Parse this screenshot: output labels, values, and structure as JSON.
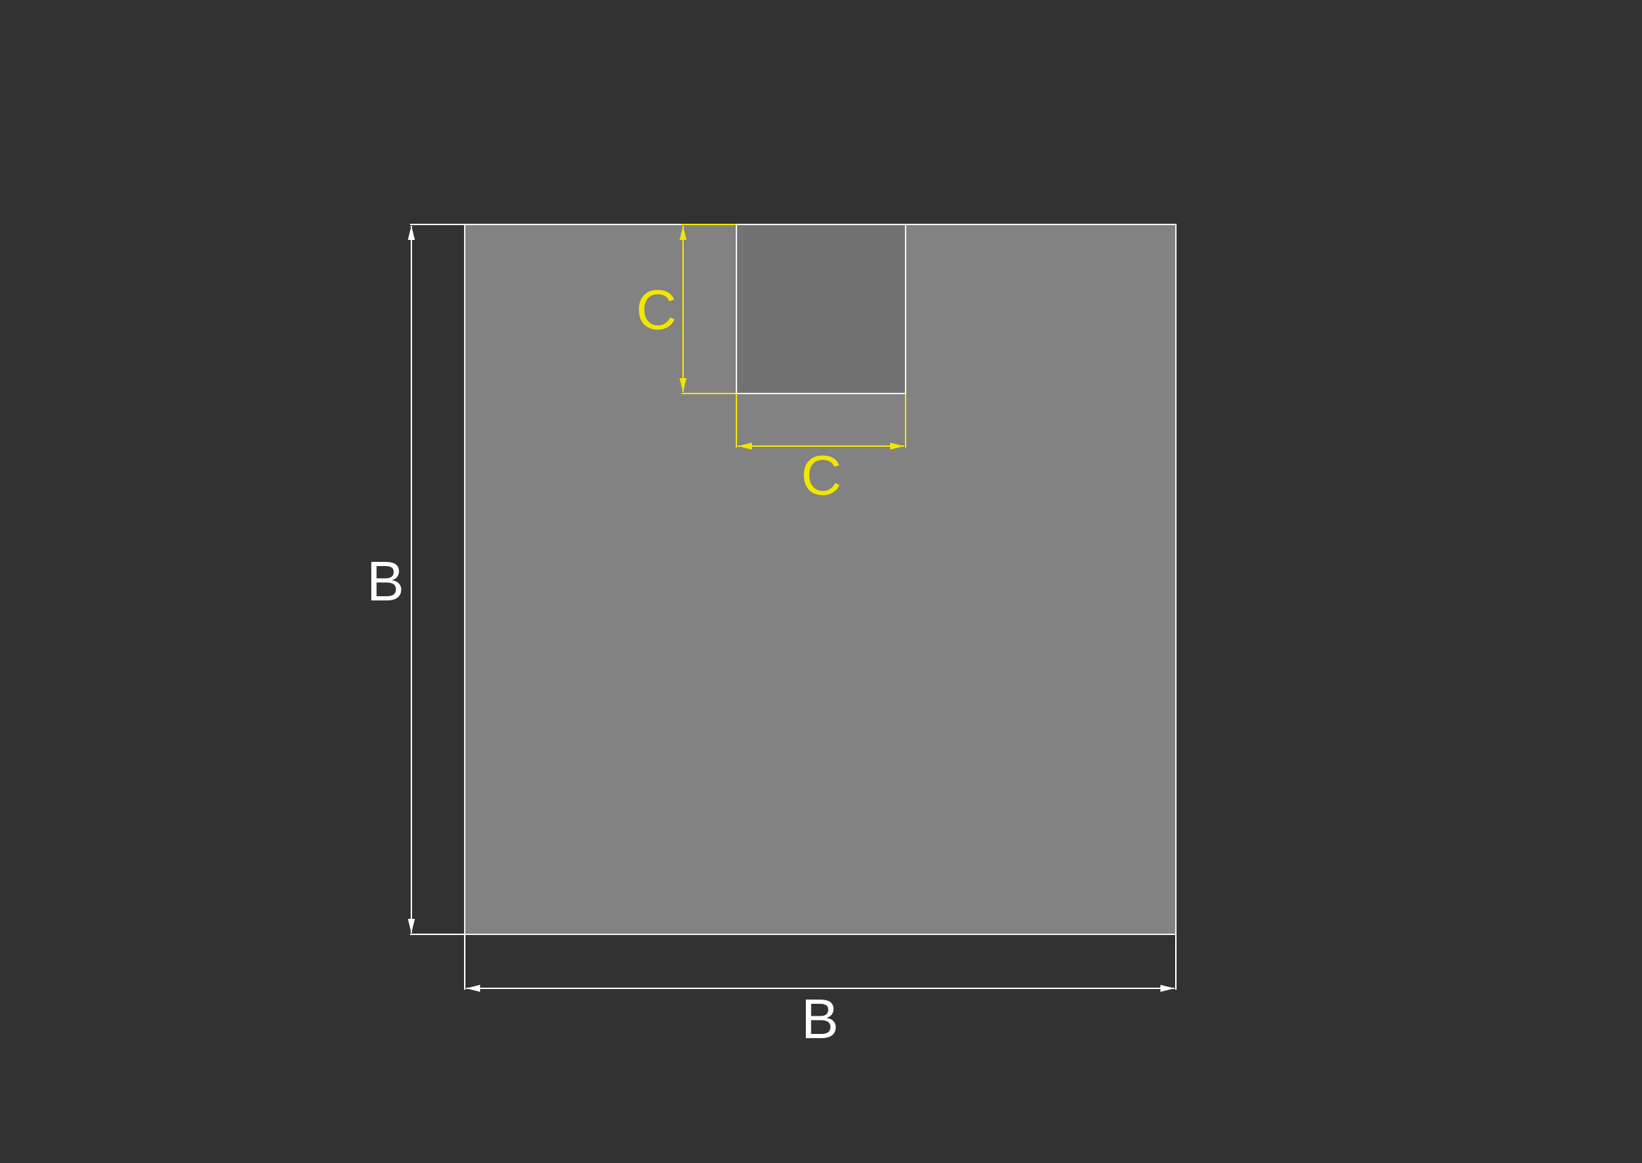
{
  "colors": {
    "background": "#333233",
    "outer_square_fill": "#828282",
    "inner_square_fill": "#727272",
    "outline": "#f2f2f2",
    "dimension_white": "#ffffff",
    "dimension_yellow": "#f2e600"
  },
  "labels": {
    "outer_height": "B",
    "outer_width": "B",
    "inner_height": "C",
    "inner_width": "C"
  }
}
